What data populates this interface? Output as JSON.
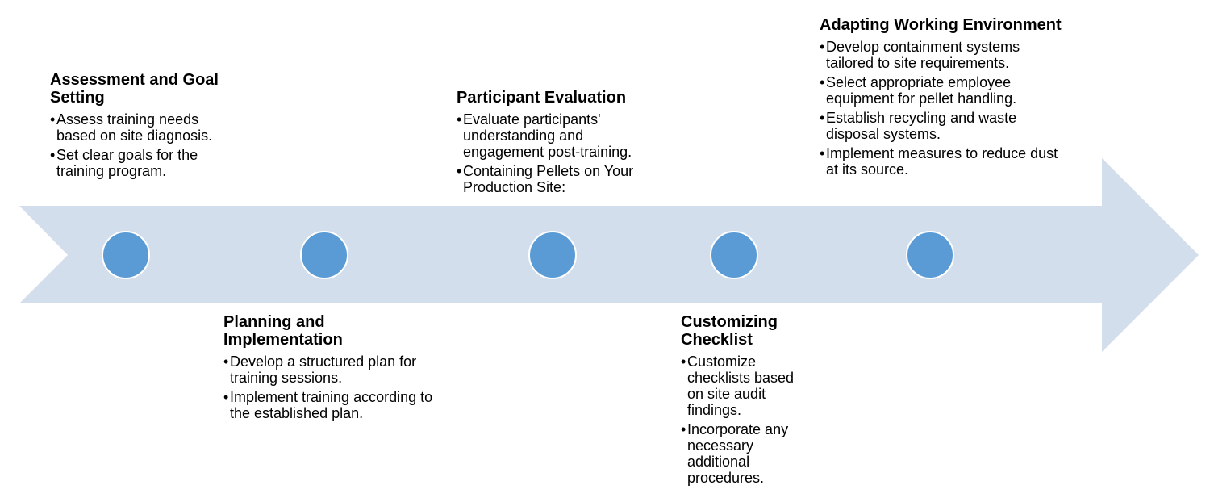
{
  "colors": {
    "arrow_fill": "#d3deec",
    "node_fill": "#5b9bd5",
    "node_stroke": "#ffffff"
  },
  "steps": [
    {
      "title": "Assessment and Goal Setting",
      "bullets": [
        "Assess training needs based on site diagnosis.",
        "Set clear goals for the training program."
      ]
    },
    {
      "title": "Planning and Implementation",
      "bullets": [
        "Develop a structured plan for training sessions.",
        "Implement training according to the established plan."
      ]
    },
    {
      "title": "Participant Evaluation",
      "bullets": [
        "Evaluate participants' understanding and engagement post-training.",
        "Containing Pellets on Your Production Site:"
      ]
    },
    {
      "title": "Customizing Checklist",
      "bullets": [
        "Customize checklists based on site audit findings.",
        "Incorporate any necessary additional procedures."
      ]
    },
    {
      "title": "Adapting Working Environment",
      "bullets": [
        "Develop containment systems tailored to site requirements.",
        "Select appropriate employee equipment for pellet handling.",
        "Establish recycling and waste disposal systems.",
        "Implement measures to reduce dust at its source."
      ]
    }
  ]
}
